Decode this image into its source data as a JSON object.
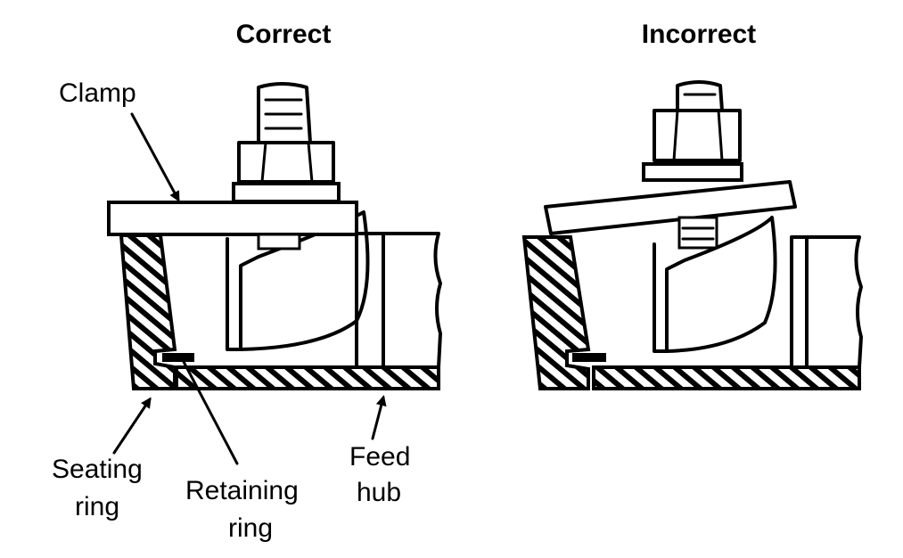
{
  "titles": {
    "correct": "Correct",
    "incorrect": "Incorrect"
  },
  "labels": {
    "clamp": "Clamp",
    "seating_ring_line1": "Seating",
    "seating_ring_line2": "ring",
    "retaining_ring_line1": "Retaining",
    "retaining_ring_line2": "ring",
    "feed_hub_line1": "Feed",
    "feed_hub_line2": "hub"
  },
  "colors": {
    "ink": "#000000",
    "paper": "#ffffff"
  }
}
